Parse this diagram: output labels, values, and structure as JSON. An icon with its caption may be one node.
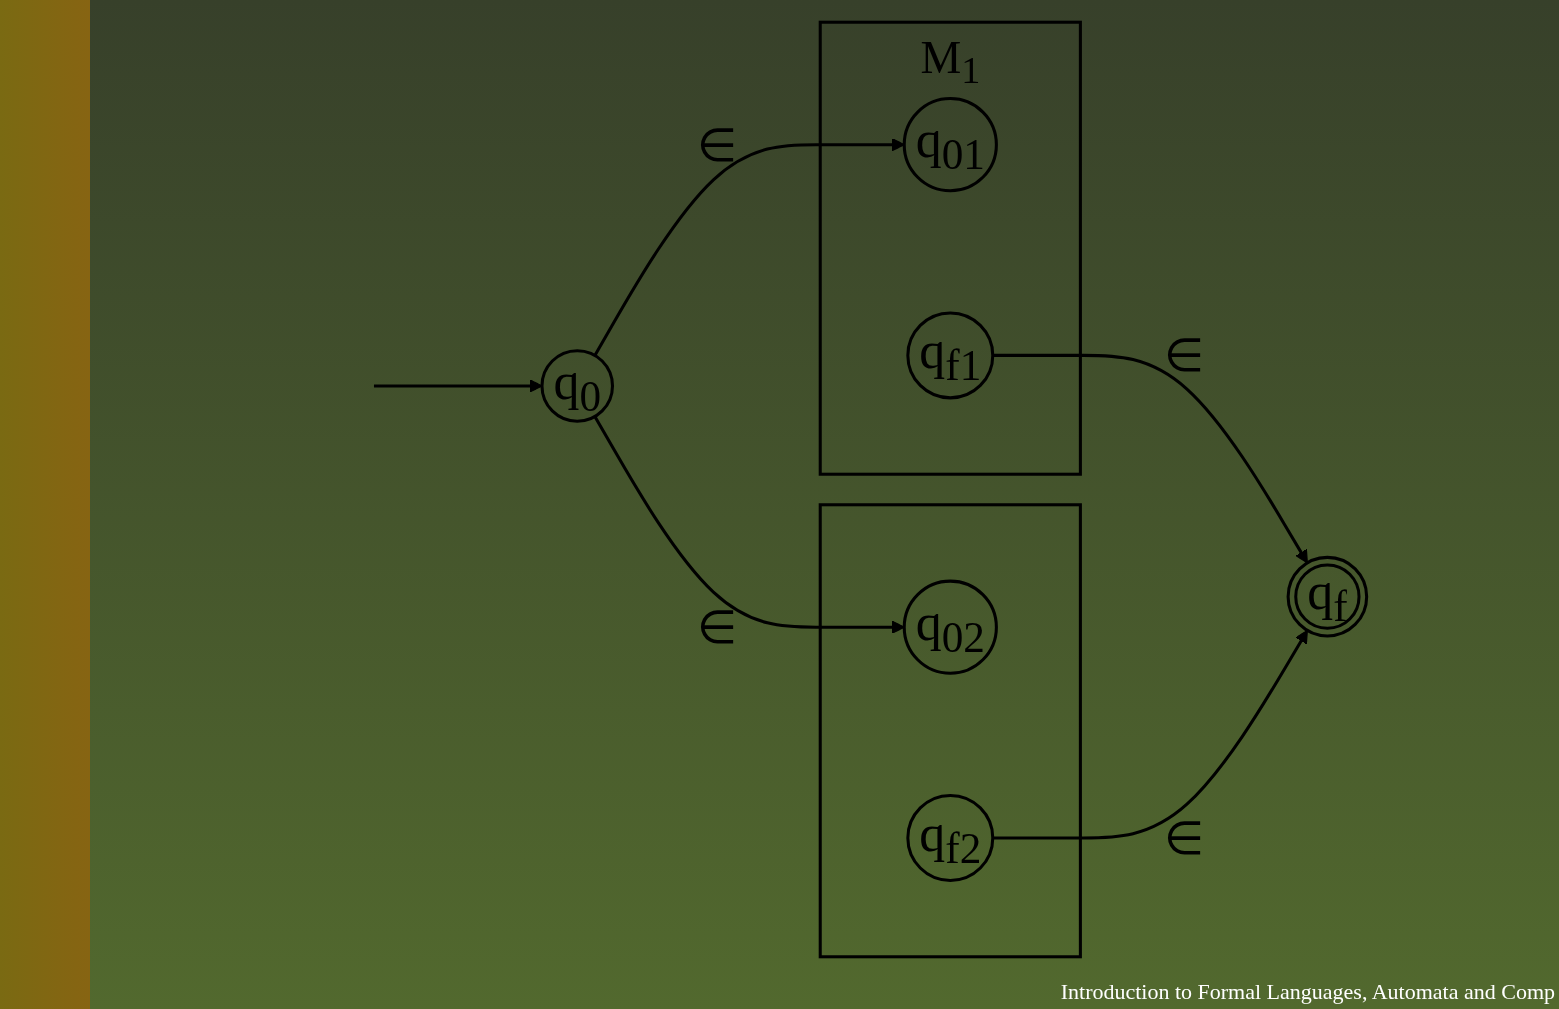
{
  "diagram": {
    "nodes": [
      {
        "text": [
          "q$_{0}$"
        ]
      },
      {
        "text": [
          "M$_{1}$"
        ]
      },
      {
        "text": [
          "q$_{01}$"
        ],
        "in": 1
      },
      {
        "text": [
          "q$_{f1}$"
        ],
        "in": 1
      },
      {
        "text": [],
        "shape": "box"
      },
      {
        "text": [
          "q$_{02}$"
        ],
        "in": 4
      },
      {
        "text": [
          "q$_{f2}$"
        ],
        "in": 4
      },
      {
        "text": [
          "q$_{f}$"
        ]
      }
    ],
    "edges": [
      {
        "from": null,
        "to": 0,
        "arrow": "to"
      },
      {
        "from": 0,
        "to": 2,
        "arrow": "to",
        "label": "∈"
      },
      {
        "from": 0,
        "to": 5,
        "arrow": "to",
        "label": "∈"
      },
      {
        "from": 3,
        "to": 7,
        "arrow": "to",
        "label": "∈"
      },
      {
        "from": 6,
        "to": 7,
        "arrow": "to",
        "label": "∈"
      }
    ],
    "labels": [
      "Introduction to Formal Languages, Automata and Comp"
    ]
  }
}
